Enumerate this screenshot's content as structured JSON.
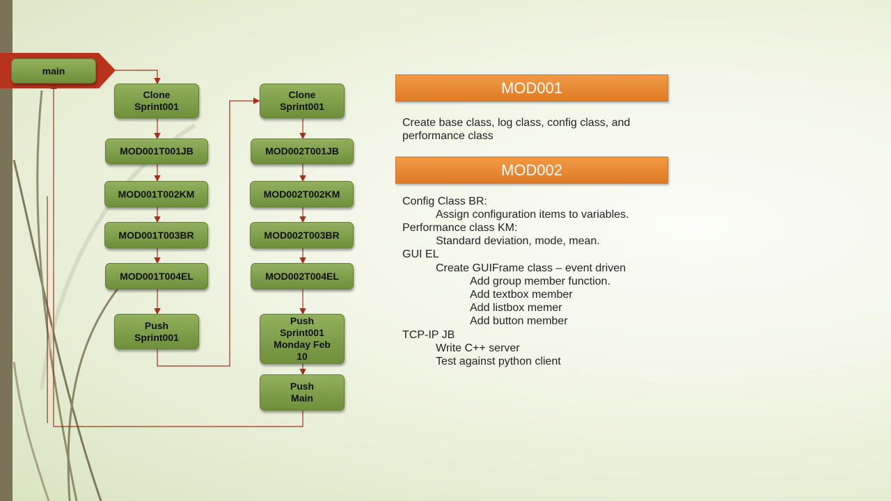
{
  "colors": {
    "node_green": "#7f9d47",
    "arrow_red": "#a0321c",
    "banner_red": "#b8321c",
    "header_orange": "#e8862f",
    "left_strip": "#7a7357"
  },
  "main_label": "main",
  "branch1": {
    "clone": "Clone\nSprint001",
    "tasks": [
      "MOD001T001JB",
      "MOD001T002KM",
      "MOD001T003BR",
      "MOD001T004EL"
    ],
    "push": "Push\nSprint001"
  },
  "branch2": {
    "clone": "Clone\nSprint001",
    "tasks": [
      "MOD002T001JB",
      "MOD002T002KM",
      "MOD002T003BR",
      "MOD002T004EL"
    ],
    "push": "Push\nSprint001\nMonday Feb\n10",
    "push_main": "Push\nMain"
  },
  "mod001": {
    "title": "MOD001",
    "description": "Create base class, log class, config class, and performance class"
  },
  "mod002": {
    "title": "MOD002",
    "lines": [
      "Config Class BR:",
      "Assign configuration items to variables.",
      "Performance class KM:",
      "Standard deviation, mode, mean.",
      "GUI EL",
      "Create GUIFrame class – event driven",
      "Add group member function.",
      "Add textbox member",
      "Add listbox memer",
      "Add button member",
      "TCP-IP JB",
      "Write C++ server",
      "Test against python client"
    ]
  }
}
